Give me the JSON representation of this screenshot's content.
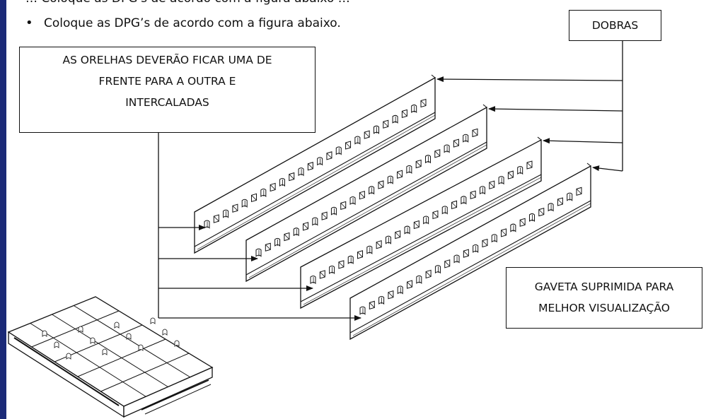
{
  "header": {
    "partial_line": "… Coloque as DPG's de acordo com a figura abaixo …",
    "bullet_symbol": "•",
    "instruction": "Coloque as DPG’s de acordo com a figura abaixo."
  },
  "labels": {
    "dobras": "DOBRAS",
    "orelhas": [
      "AS ORELHAS DEVERÃO FICAR UMA DE",
      "FRENTE PARA A OUTRA E",
      "INTERCALADAS"
    ],
    "gaveta": [
      "GAVETA SUPRIMIDA PARA",
      "MELHOR VISUALIZAÇÃO"
    ]
  },
  "colors": {
    "side_bar": "#1b2a78",
    "line": "#111111"
  },
  "drawing": {
    "divider_count": 4,
    "tab_pairs_per_divider": 12,
    "drawer_icon": "drawer-with-dividers-icon"
  }
}
